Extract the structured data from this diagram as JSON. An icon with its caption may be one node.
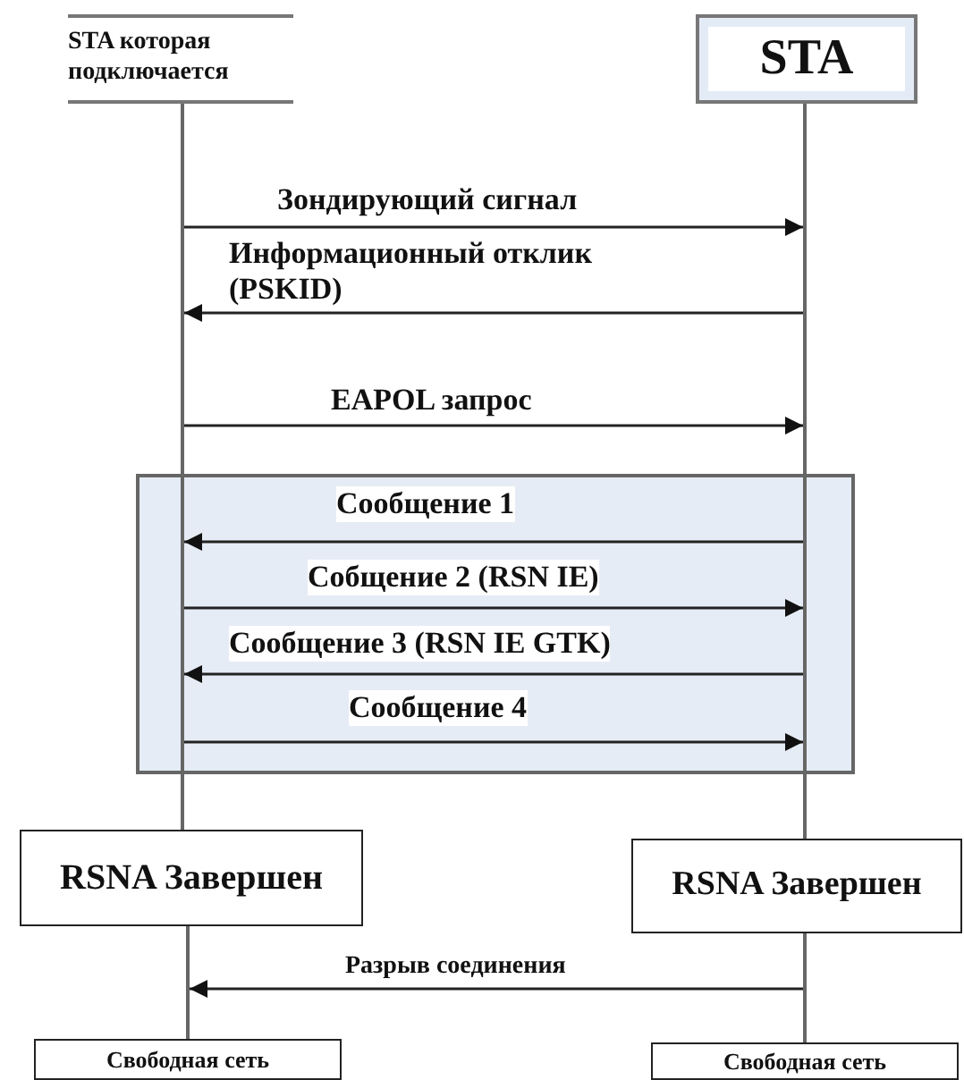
{
  "diagram": {
    "nodes": [
      {
        "text": [
          "STA которая подключается"
        ]
      },
      {
        "text": [
          "STA"
        ]
      },
      {
        "text": [],
        "shape": "bar"
      },
      {
        "text": [],
        "shape": "bar"
      },
      {
        "text": [],
        "shape": "box"
      },
      {
        "text": [],
        "shape": "bar",
        "in": 4
      },
      {
        "text": [],
        "shape": "bar",
        "in": 4
      },
      {
        "text": [],
        "shape": "bar"
      },
      {
        "text": [],
        "shape": "bar"
      },
      {
        "text": [
          "RSNA Завершен"
        ]
      },
      {
        "text": [
          "RSNA Завершен"
        ]
      },
      {
        "text": [],
        "shape": "bar"
      },
      {
        "text": [],
        "shape": "bar"
      },
      {
        "text": [
          "Свободная сеть"
        ]
      },
      {
        "text": [
          "Свободная сеть"
        ]
      }
    ],
    "edges": [
      {
        "from": 2,
        "to": 3,
        "arrow": "to",
        "label": "Зондирующий сигнал"
      },
      {
        "from": 3,
        "to": 2,
        "arrow": "to",
        "label": "Информационный отклик (PSKID)"
      },
      {
        "from": 2,
        "to": 3,
        "arrow": "to",
        "label": "EAPOL запрос"
      },
      {
        "from": 6,
        "to": 5,
        "arrow": "to",
        "label": "Сообщение 1"
      },
      {
        "from": 5,
        "to": 6,
        "arrow": "to",
        "label": "Собщение 2 (RSN IE)"
      },
      {
        "from": 6,
        "to": 5,
        "arrow": "to",
        "label": "Сообщение 3 (RSN IE GTK)"
      },
      {
        "from": 5,
        "to": 6,
        "arrow": "to",
        "label": "Сообщение 4"
      },
      {
        "from": 12,
        "to": 11,
        "arrow": "to",
        "label": "Разрыв соединения"
      }
    ]
  }
}
